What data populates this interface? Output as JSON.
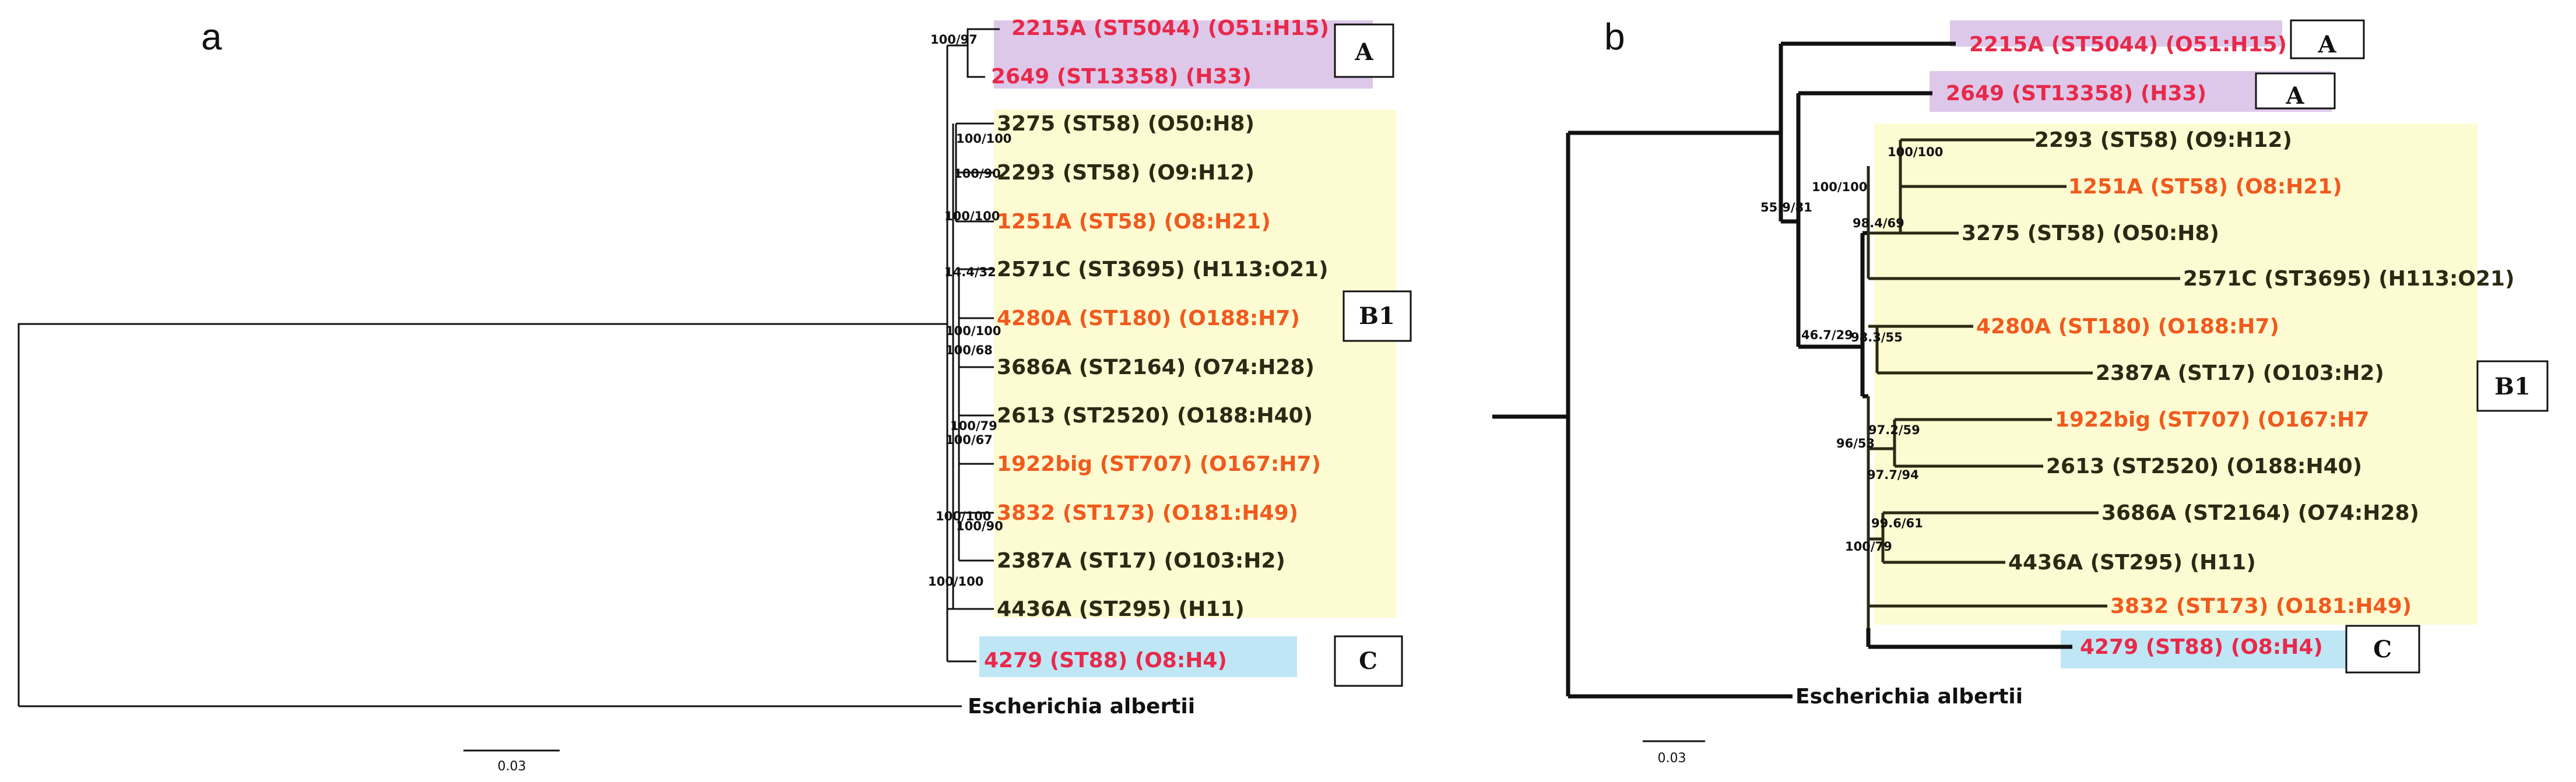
{
  "panel_a": {
    "label": "a",
    "leaves": [
      {
        "id": "2215A",
        "text": "2215A (ST5044) (O51:H15)",
        "color": "red"
      },
      {
        "id": "2649",
        "text": "2649 (ST13358) (H33)",
        "color": "red"
      },
      {
        "id": "3275",
        "text": "3275 (ST58) (O50:H8)",
        "color": "dark"
      },
      {
        "id": "2293",
        "text": "2293 (ST58) (O9:H12)",
        "color": "dark"
      },
      {
        "id": "1251A",
        "text": "1251A (ST58) (O8:H21)",
        "color": "orange"
      },
      {
        "id": "2571C",
        "text": "2571C (ST3695) (H113:O21)",
        "color": "dark"
      },
      {
        "id": "4280A",
        "text": "4280A (ST180) (O188:H7)",
        "color": "orange"
      },
      {
        "id": "3686A",
        "text": "3686A (ST2164) (O74:H28)",
        "color": "dark"
      },
      {
        "id": "2613",
        "text": "2613 (ST2520) (O188:H40)",
        "color": "dark"
      },
      {
        "id": "1922big",
        "text": "1922big (ST707) (O167:H7)",
        "color": "orange"
      },
      {
        "id": "3832",
        "text": "3832 (ST173) (O181:H49)",
        "color": "orange"
      },
      {
        "id": "2387A",
        "text": "2387A (ST17) (O103:H2)",
        "color": "dark"
      },
      {
        "id": "4436A",
        "text": "4436A (ST295) (H11)",
        "color": "dark"
      },
      {
        "id": "4279",
        "text": "4279 (ST88) (O8:H4)",
        "color": "red"
      },
      {
        "id": "outgroup",
        "text": "Escherichia albertii",
        "color": "black"
      }
    ],
    "supports": [
      "100/97",
      "100/100",
      "100/90",
      "100/100",
      "14.4/32",
      "100/100",
      "100/68",
      "100/79",
      "100/67",
      "100/100",
      "100/90",
      "100/100"
    ],
    "clades": {
      "A": "A",
      "B1": "B1",
      "C": "C"
    },
    "scale": "0.03"
  },
  "panel_b": {
    "label": "b",
    "leaves": [
      {
        "id": "2215A",
        "text": "2215A (ST5044) (O51:H15)",
        "color": "red"
      },
      {
        "id": "2649",
        "text": "2649 (ST13358) (H33)",
        "color": "red"
      },
      {
        "id": "2293",
        "text": "2293 (ST58) (O9:H12)",
        "color": "dark"
      },
      {
        "id": "1251A",
        "text": "1251A (ST58) (O8:H21)",
        "color": "orange"
      },
      {
        "id": "3275",
        "text": "3275 (ST58) (O50:H8)",
        "color": "dark"
      },
      {
        "id": "2571C",
        "text": "2571C (ST3695) (H113:O21)",
        "color": "dark"
      },
      {
        "id": "4280A",
        "text": "4280A (ST180) (O188:H7)",
        "color": "orange"
      },
      {
        "id": "2387A",
        "text": "2387A (ST17) (O103:H2)",
        "color": "dark"
      },
      {
        "id": "1922big",
        "text": "1922big (ST707) (O167:H7",
        "color": "orange"
      },
      {
        "id": "2613",
        "text": "2613 (ST2520) (O188:H40)",
        "color": "dark"
      },
      {
        "id": "3686A",
        "text": "3686A (ST2164) (O74:H28)",
        "color": "dark"
      },
      {
        "id": "4436A",
        "text": "4436A (ST295) (H11)",
        "color": "dark"
      },
      {
        "id": "3832",
        "text": "3832 (ST173) (O181:H49)",
        "color": "orange"
      },
      {
        "id": "4279",
        "text": "4279 (ST88) (O8:H4)",
        "color": "red"
      },
      {
        "id": "outgroup",
        "text": "Escherichia albertii",
        "color": "black"
      }
    ],
    "supports": [
      "55.9/81",
      "100/100",
      "98.4/69",
      "100/100",
      "46.7/29",
      "98.3/55",
      "97.2/59",
      "96/53",
      "97.7/94",
      "99.6/61",
      "100/79"
    ],
    "clades": {
      "A": "A",
      "B1": "B1",
      "C": "C"
    },
    "scale": "0.03"
  },
  "colors": {
    "red": "#e8294a",
    "orange": "#f05a1e",
    "dark": "#2a2a14",
    "black": "#111111",
    "clade_A_bg": "#ddc8ea",
    "clade_B1_bg": "#fdfbd2",
    "clade_C_bg": "#bfe6f5"
  }
}
